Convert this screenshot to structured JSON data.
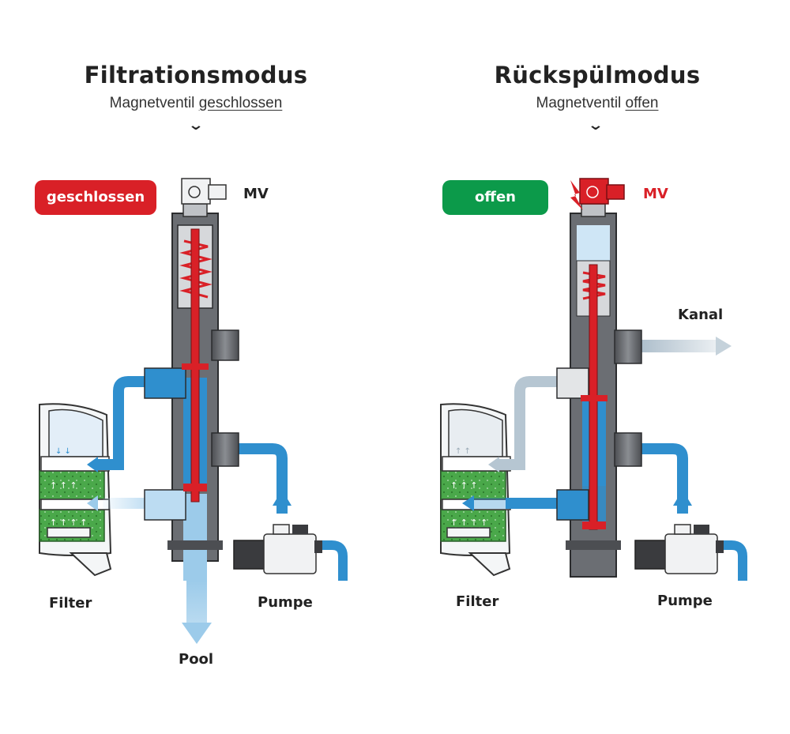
{
  "left": {
    "title": "Filtrationsmodus",
    "subtitle_prefix": "Magnetventil ",
    "subtitle_state": "geschlossen",
    "badge": "geschlossen",
    "valve_label": "MV",
    "filter_label": "Filter",
    "pump_label": "Pumpe",
    "pool_label": "Pool"
  },
  "right": {
    "title": "Rückspülmodus",
    "subtitle_prefix": "Magnetventil ",
    "subtitle_state": "offen",
    "badge": "offen",
    "valve_label": "MV",
    "filter_label": "Filter",
    "pump_label": "Pumpe",
    "canal_label": "Kanal"
  },
  "colors": {
    "closed_red": "#d92027",
    "open_green": "#0c9a4a",
    "water_blue": "#2f8fce",
    "light_blue": "#bcdcf2",
    "grey_flow": "#b6c6d2",
    "filter_green": "#4aa84a",
    "pipe_grey": "#5f6166"
  }
}
